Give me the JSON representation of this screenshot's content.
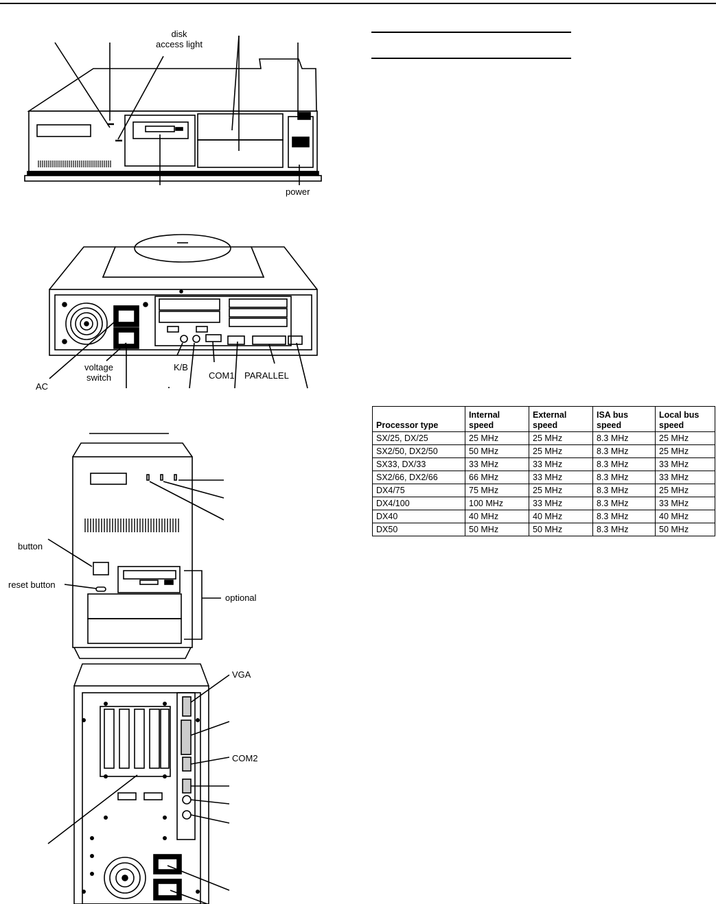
{
  "labels": {
    "disk_access_light": "disk\naccess light",
    "power": "power",
    "voltage_switch": "voltage\nswitch",
    "ac": "AC",
    "kb": "K/B",
    "com1": "COM1",
    "parallel": "PARALLEL",
    "button": "button",
    "reset_button": "reset button",
    "optional": "optional",
    "vga": "VGA",
    "com2": "COM2"
  },
  "table": {
    "headers": [
      "Processor type",
      "Internal\nspeed",
      "External\nspeed",
      "ISA bus\nspeed",
      "Local bus\nspeed"
    ],
    "rows": [
      [
        "SX/25, DX/25",
        "25 MHz",
        "25 MHz",
        "8.3 MHz",
        "25 MHz"
      ],
      [
        "SX2/50, DX2/50",
        "50 MHz",
        "25 MHz",
        "8.3 MHz",
        "25 MHz"
      ],
      [
        "SX33, DX/33",
        "33 MHz",
        "33 MHz",
        "8.3 MHz",
        "33 MHz"
      ],
      [
        "SX2/66, DX2/66",
        "66 MHz",
        "33 MHz",
        "8.3 MHz",
        "33 MHz"
      ],
      [
        "DX4/75",
        "75 MHz",
        "25 MHz",
        "8.3 MHz",
        "25 MHz"
      ],
      [
        "DX4/100",
        "100 MHz",
        "33 MHz",
        "8.3 MHz",
        "33 MHz"
      ],
      [
        "DX40",
        "40 MHz",
        "40 MHz",
        "8.3 MHz",
        "40 MHz"
      ],
      [
        "DX50",
        "50 MHz",
        "50 MHz",
        "8.3 MHz",
        "50 MHz"
      ]
    ]
  }
}
